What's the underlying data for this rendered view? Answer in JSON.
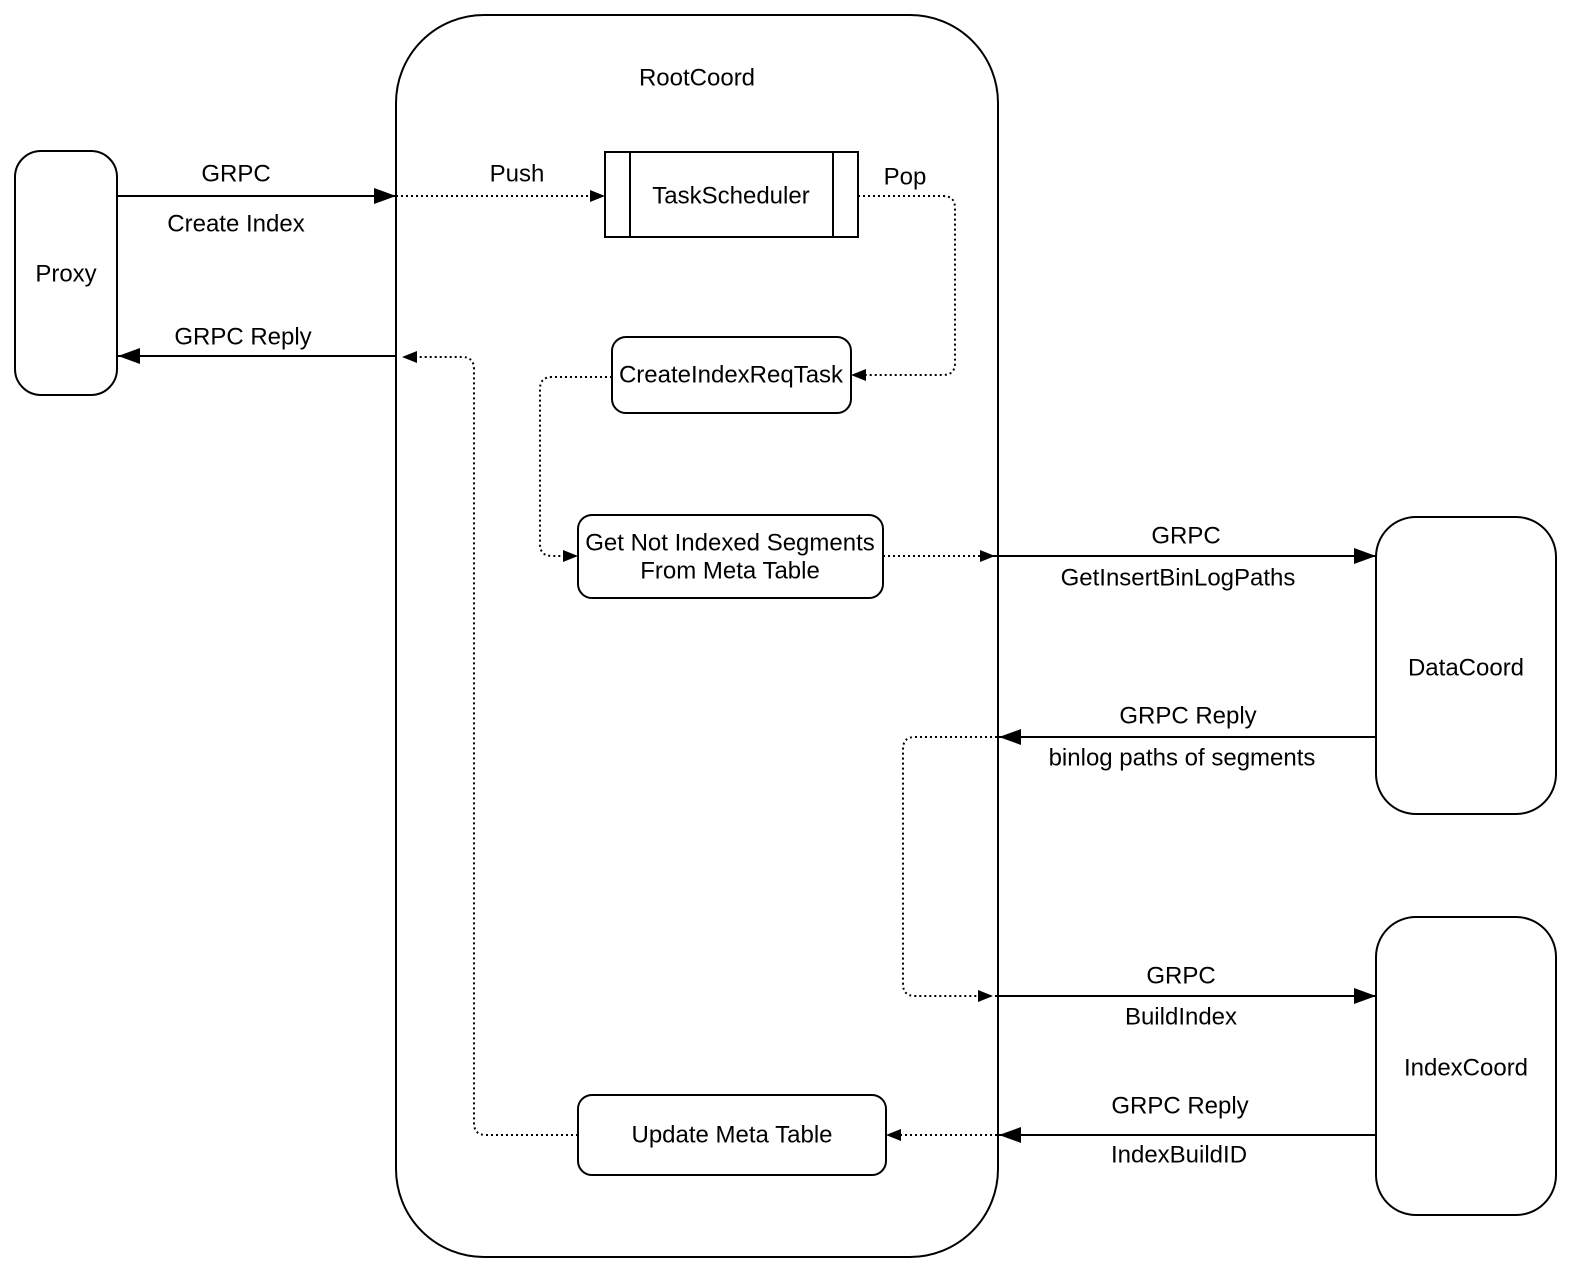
{
  "diagram": {
    "background": "#ffffff",
    "stroke_color": "#000000",
    "container": {
      "title": "RootCoord"
    },
    "nodes": {
      "proxy": {
        "label": "Proxy"
      },
      "task_scheduler": {
        "label": "TaskScheduler"
      },
      "create_index_req_task": {
        "label": "CreateIndexReqTask"
      },
      "get_not_indexed_segments": {
        "line1": "Get Not Indexed Segments",
        "line2": "From Meta Table"
      },
      "update_meta_table": {
        "label": "Update Meta Table"
      },
      "data_coord": {
        "label": "DataCoord"
      },
      "index_coord": {
        "label": "IndexCoord"
      }
    },
    "edges": {
      "create_index": {
        "protocol": "GRPC",
        "message": "Create Index"
      },
      "push": {
        "label": "Push"
      },
      "pop": {
        "label": "Pop"
      },
      "reply_to_proxy": {
        "label": "GRPC Reply"
      },
      "get_insert_binlog_paths": {
        "protocol": "GRPC",
        "message": "GetInsertBinLogPaths"
      },
      "reply_binlog_paths": {
        "protocol": "GRPC Reply",
        "message": "binlog paths of segments"
      },
      "build_index": {
        "protocol": "GRPC",
        "message": "BuildIndex"
      },
      "reply_index_build_id": {
        "protocol": "GRPC Reply",
        "message": "IndexBuildID"
      }
    }
  }
}
